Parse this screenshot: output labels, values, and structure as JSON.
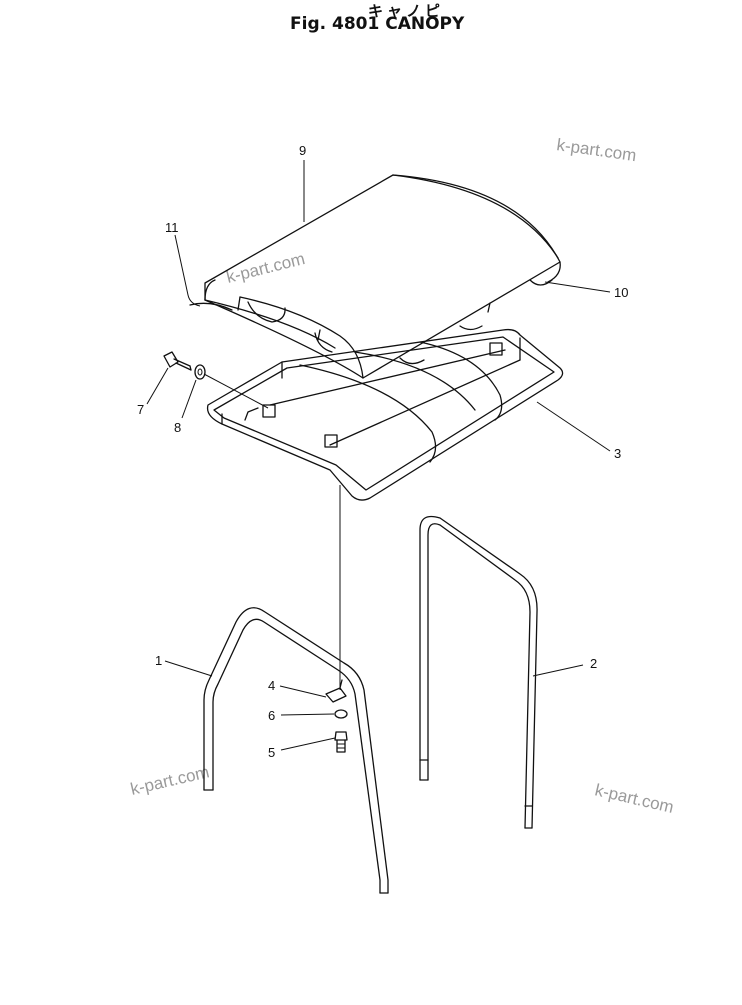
{
  "figure": {
    "title_jp": "キャノピ",
    "title_en": "Fig. 4801 CANOPY"
  },
  "callouts": [
    {
      "id": "1",
      "label": "1"
    },
    {
      "id": "2",
      "label": "2"
    },
    {
      "id": "3",
      "label": "3"
    },
    {
      "id": "4",
      "label": "4"
    },
    {
      "id": "5",
      "label": "5"
    },
    {
      "id": "6",
      "label": "6"
    },
    {
      "id": "7",
      "label": "7"
    },
    {
      "id": "8",
      "label": "8"
    },
    {
      "id": "9",
      "label": "9"
    },
    {
      "id": "10",
      "label": "10"
    },
    {
      "id": "11",
      "label": "11"
    }
  ],
  "watermark": "k-part.com"
}
